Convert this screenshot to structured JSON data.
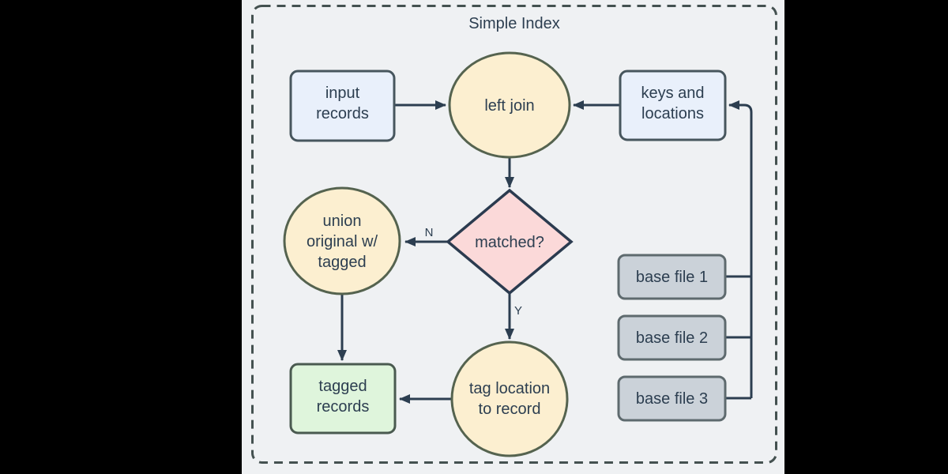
{
  "diagram": {
    "title": "Simple Index",
    "nodes": {
      "input_records": {
        "lines": [
          "input",
          "records"
        ]
      },
      "left_join": {
        "lines": [
          "left join"
        ]
      },
      "keys_and_locations": {
        "lines": [
          "keys and",
          "locations"
        ]
      },
      "matched": {
        "lines": [
          "matched?"
        ]
      },
      "union_original": {
        "lines": [
          "union",
          "original w/",
          "tagged"
        ]
      },
      "tagged_records": {
        "lines": [
          "tagged",
          "records"
        ]
      },
      "tag_location": {
        "lines": [
          "tag location",
          "to record"
        ]
      },
      "base_file_1": {
        "lines": [
          "base file 1"
        ]
      },
      "base_file_2": {
        "lines": [
          "base file 2"
        ]
      },
      "base_file_3": {
        "lines": [
          "base file 3"
        ]
      }
    },
    "edges": [
      {
        "from": "input records",
        "to": "left join",
        "label": ""
      },
      {
        "from": "keys and locations",
        "to": "left join",
        "label": ""
      },
      {
        "from": "left join",
        "to": "matched?",
        "label": ""
      },
      {
        "from": "matched?",
        "to": "union original w/ tagged",
        "label": "N"
      },
      {
        "from": "matched?",
        "to": "tag location to record",
        "label": "Y"
      },
      {
        "from": "union original w/ tagged",
        "to": "tagged records",
        "label": ""
      },
      {
        "from": "tag location to record",
        "to": "tagged records",
        "label": ""
      },
      {
        "from": "base file 1",
        "to": "keys and locations",
        "label": ""
      },
      {
        "from": "base file 2",
        "to": "keys and locations",
        "label": ""
      },
      {
        "from": "base file 3",
        "to": "keys and locations",
        "label": ""
      }
    ]
  },
  "colors": {
    "background": "#000000",
    "canvas": "#eff1f3",
    "frame-stroke": "#445150",
    "text": "#2c3e50",
    "edge": "#2c3e50",
    "node-blue-fill": "#e9f0fb",
    "node-blue-stroke": "#47565e",
    "node-cream-fill": "#fcefd0",
    "node-cream-stroke": "#55634f",
    "node-pink-fill": "#fbd9d9",
    "node-pink-stroke": "#2b3b4f",
    "node-green-fill": "#dff5dc",
    "node-green-stroke": "#4a5a50",
    "node-gray-fill": "#cbd2d9",
    "node-gray-stroke": "#5e6a6e"
  }
}
